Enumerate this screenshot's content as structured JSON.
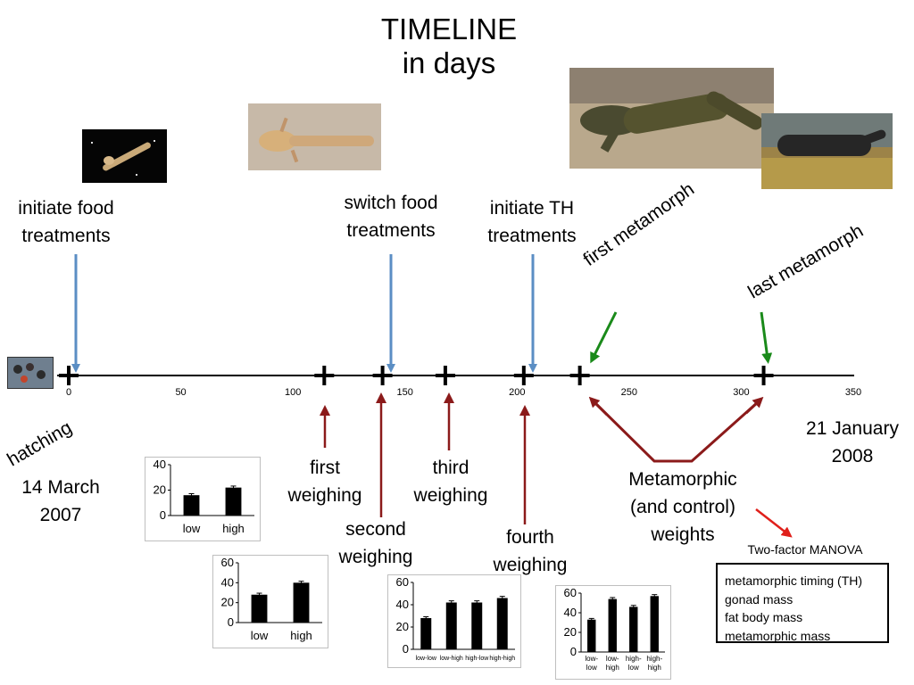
{
  "title": {
    "line1": "TIMELINE",
    "line2": "in days"
  },
  "axis": {
    "min": 0,
    "max": 350,
    "ticks": [
      0,
      50,
      100,
      150,
      200,
      250,
      300,
      350
    ],
    "crosses": [
      0,
      114,
      140,
      168,
      203,
      228,
      310
    ]
  },
  "events": {
    "initiate_food": {
      "line1": "initiate food",
      "line2": "treatments",
      "day": 4
    },
    "switch_food": {
      "line1": "switch food",
      "line2": "treatments",
      "day": 142
    },
    "initiate_th": {
      "line1": "initiate TH",
      "line2": "treatments",
      "day": 204
    },
    "first_metamorph": {
      "label": "first metamorph",
      "day": 228
    },
    "last_metamorph": {
      "label": "last metamorph",
      "day": 310
    },
    "first_weighing": {
      "line1": "first",
      "line2": "weighing",
      "day": 114
    },
    "second_weighing": {
      "line1": "second",
      "line2": "weighing",
      "day": 138
    },
    "third_weighing": {
      "line1": "third",
      "line2": "weighing",
      "day": 168
    },
    "fourth_weighing": {
      "line1": "fourth",
      "line2": "weighing",
      "day": 203
    },
    "metamorphic_weights": {
      "line1": "Metamorphic",
      "line2": "(and control)",
      "line3": "weights"
    }
  },
  "start": {
    "label": "hatching",
    "date_line1": "14 March",
    "date_line2": "2007"
  },
  "end": {
    "date_line1": "21 January",
    "date_line2": "2008"
  },
  "manova": {
    "title": "Two-factor MANOVA",
    "items": [
      "metamorphic timing (TH)",
      "gonad mass",
      "fat body mass",
      "metamorphic mass"
    ]
  },
  "colors": {
    "blue_arrow": "#5b8ec4",
    "green_arrow": "#1a8a1a",
    "darkred_arrow": "#8b1a1a",
    "red_arrow": "#e0201b"
  },
  "photos": [
    {
      "name": "egg-clutch-photo",
      "icon": "egg-clutch-photo"
    },
    {
      "name": "hatchling-larva-photo",
      "icon": "larva-photo"
    },
    {
      "name": "larva-photo",
      "icon": "larva-photo"
    },
    {
      "name": "metamorph-salamander-photo",
      "icon": "salamander-photo"
    },
    {
      "name": "dark-metamorph-photo",
      "icon": "salamander-photo"
    }
  ],
  "chart_data": [
    {
      "type": "bar",
      "name": "first-weighing-chart",
      "categories": [
        "low",
        "high"
      ],
      "values": [
        16,
        22
      ],
      "errors": [
        1.2,
        1.2
      ],
      "yticks": [
        0,
        20,
        40
      ],
      "ylim": [
        0,
        40
      ]
    },
    {
      "type": "bar",
      "name": "second-weighing-chart",
      "categories": [
        "low",
        "high"
      ],
      "values": [
        28,
        40
      ],
      "errors": [
        1.5,
        1.5
      ],
      "yticks": [
        0,
        20,
        40,
        60
      ],
      "ylim": [
        0,
        60
      ]
    },
    {
      "type": "bar",
      "name": "third-weighing-chart",
      "categories": [
        "low-low",
        "low-high",
        "high-low",
        "high-high"
      ],
      "values": [
        28,
        42,
        42,
        46
      ],
      "errors": [
        1.2,
        1.5,
        1.5,
        1.5
      ],
      "yticks": [
        0,
        20,
        40,
        60
      ],
      "ylim": [
        0,
        60
      ]
    },
    {
      "type": "bar",
      "name": "fourth-weighing-chart",
      "categories": [
        "low-low",
        "low-high",
        "high-low",
        "high-high"
      ],
      "values": [
        33,
        54,
        46,
        57
      ],
      "errors": [
        1.2,
        1.5,
        1.5,
        1.5
      ],
      "yticks": [
        0,
        20,
        40,
        60
      ],
      "ylim": [
        0,
        60
      ]
    }
  ]
}
